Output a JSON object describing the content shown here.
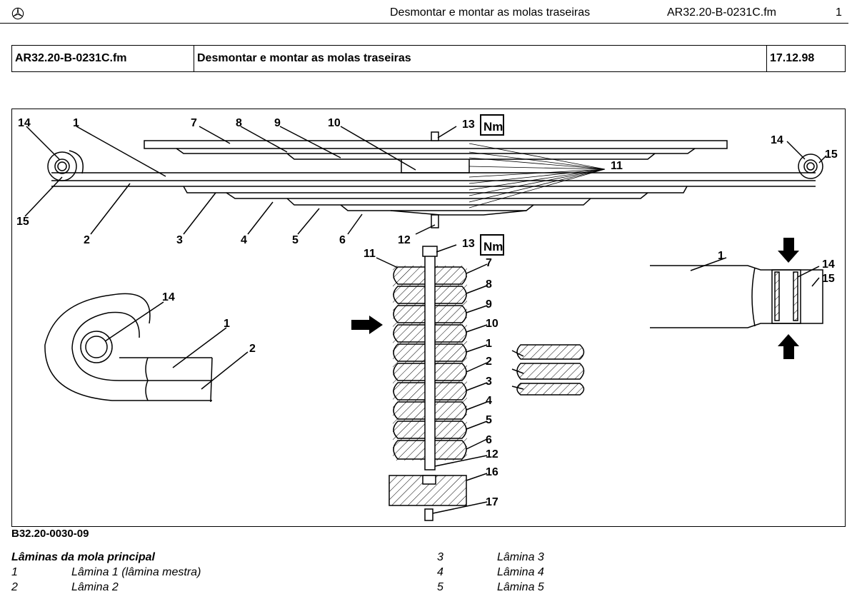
{
  "header": {
    "title": "Desmontar e montar as molas traseiras",
    "doc_ref": "AR32.20-B-0231C.fm",
    "page_number": "1"
  },
  "info_table": {
    "doc_ref": "AR32.20-B-0231C.fm",
    "title": "Desmontar e montar as molas traseiras",
    "date": "17.12.98"
  },
  "figure": {
    "code": "B32.20-0030-09",
    "callouts": {
      "n1": "1",
      "n2": "2",
      "n3": "3",
      "n4": "4",
      "n5": "5",
      "n6": "6",
      "n7": "7",
      "n8": "8",
      "n9": "9",
      "n10": "10",
      "n11": "11",
      "n12": "12",
      "n13": "13",
      "n14": "14",
      "n15": "15",
      "n16": "16",
      "n17": "17",
      "nm": "Nm"
    }
  },
  "legend": {
    "heading": "Lâminas da mola principal",
    "left": [
      {
        "num": "1",
        "text": "Lâmina 1 (lâmina mestra)"
      },
      {
        "num": "2",
        "text": "Lâmina 2"
      }
    ],
    "right": [
      {
        "num": "3",
        "text": "Lâmina 3"
      },
      {
        "num": "4",
        "text": "Lâmina 4"
      },
      {
        "num": "5",
        "text": "Lâmina 5"
      }
    ]
  }
}
